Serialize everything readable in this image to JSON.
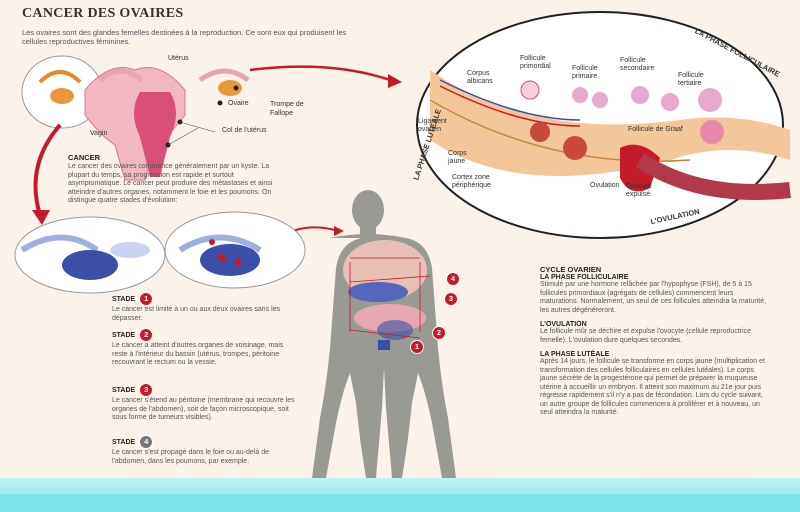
{
  "title": "CANCER DES OVAIRES",
  "intro": "Les ovaires sont des glandes femelles destinées à la reproduction. Ce sont eux qui produisent les cellules reproductives féminines.",
  "anatomy": {
    "uterus": "Utérus",
    "ovaire": "Ovaire",
    "trompe": "Trompe de Fallope",
    "vagin": "Vagin",
    "col": "Col de l'utérus"
  },
  "cancer": {
    "heading": "CANCER",
    "text": "Le cancer des ovaires commence généralement par un kyste. La plupart du temps, sa progression est rapide et surtout asymptomatique. Le cancer peut produire des métastases et ainsi atteindre d'autres organes, notamment le foie et les poumons. On distingue quatre stades d'évolution:"
  },
  "stades": [
    {
      "label": "STADE",
      "num": "1",
      "text": "Le cancer est limité à un ou aux deux ovaires sans les dépasser."
    },
    {
      "label": "STADE",
      "num": "2",
      "text": "Le cancer a atteint d'autres organes de voisinage, mais reste à l'intérieur du bassin (utérus, trompes, péritoine recouvrant le rectum ou la vessie."
    },
    {
      "label": "STADE",
      "num": "3",
      "text": "Le cancer s'étend au péritoine (membrane qui recouvre les organes de l'abdomen), soit de façon microscopique, soit sous forme de tumeurs visibles)."
    },
    {
      "label": "STADE",
      "num": "4",
      "text": "Le cancer s'est propagé dans le foie ou au-delà de l'abdomen, dans les poumons, par exemple."
    }
  ],
  "cycle": {
    "title": "CYCLE OVARIEN",
    "phase1_title": "LA PHASE FOLLICULAIRE",
    "phase1_text": "Stimulé par une hormone relâchée par l'hypophyse (FSH), de 5 à 15 follicules primordiaux (agrégats de cellules) commencent leurs maturations. Normalement, un seul de ces follicules atteindra la maturité, les autres dégénéreront.",
    "phase2_title": "L'OVULATION",
    "phase2_text": "Le follicule mûr se déchire et expulse l'ovocyte (cellule reproductrice femelle). L'ovulation dure quelques secondes.",
    "phase3_title": "LA PHASE LUTÉALE",
    "phase3_text": "Après 14 jours, le follicule se transforme en corps jaune (multiplication et transformation des cellules folliculaires en cellules lutéales). Le corps jaune sécrète de la progestérone qui permet de préparer la muqueuse utérine à accueillir un embryon. Il atteint son maximum au 21e jour puis régresse rapidement s'il n'y a pas de fécondation. Lors du cycle suivant, un autre groupe de follicules commencera à proliférer et à nouveau, un seul atteindra la maturité."
  },
  "ovary_detail": {
    "phase_folliculaire": "LA PHASE FOLLICULAIRE",
    "phase_luteale": "LA PHASE LUTÉALE",
    "ovulation": "L'OVULATION",
    "follicule_primordial": "Follicule primordial",
    "follicule_primaire": "Follicule primaire",
    "follicule_secondaire": "Follicule secondaire",
    "follicule_tertiaire": "Follicule tertiaire",
    "corpus_albicans": "Corpus albicans",
    "ligament_ovarien": "Ligament ovarien",
    "follicule_graaf": "Follicule de Graaf",
    "corps_jaune": "Corps jaune",
    "cortex": "Cortex zone périphérique",
    "ovulation_label": "Ovulation",
    "ovocyte": "Ovocyte expulsé"
  },
  "body_badges": [
    "4",
    "3",
    "2",
    "1"
  ],
  "colors": {
    "accent": "#c41a2a",
    "body": "#9a9a95",
    "ovary_blue": "#3b4ea8",
    "tissue_pink": "#e9a3b0",
    "band": "#7de4ea"
  }
}
